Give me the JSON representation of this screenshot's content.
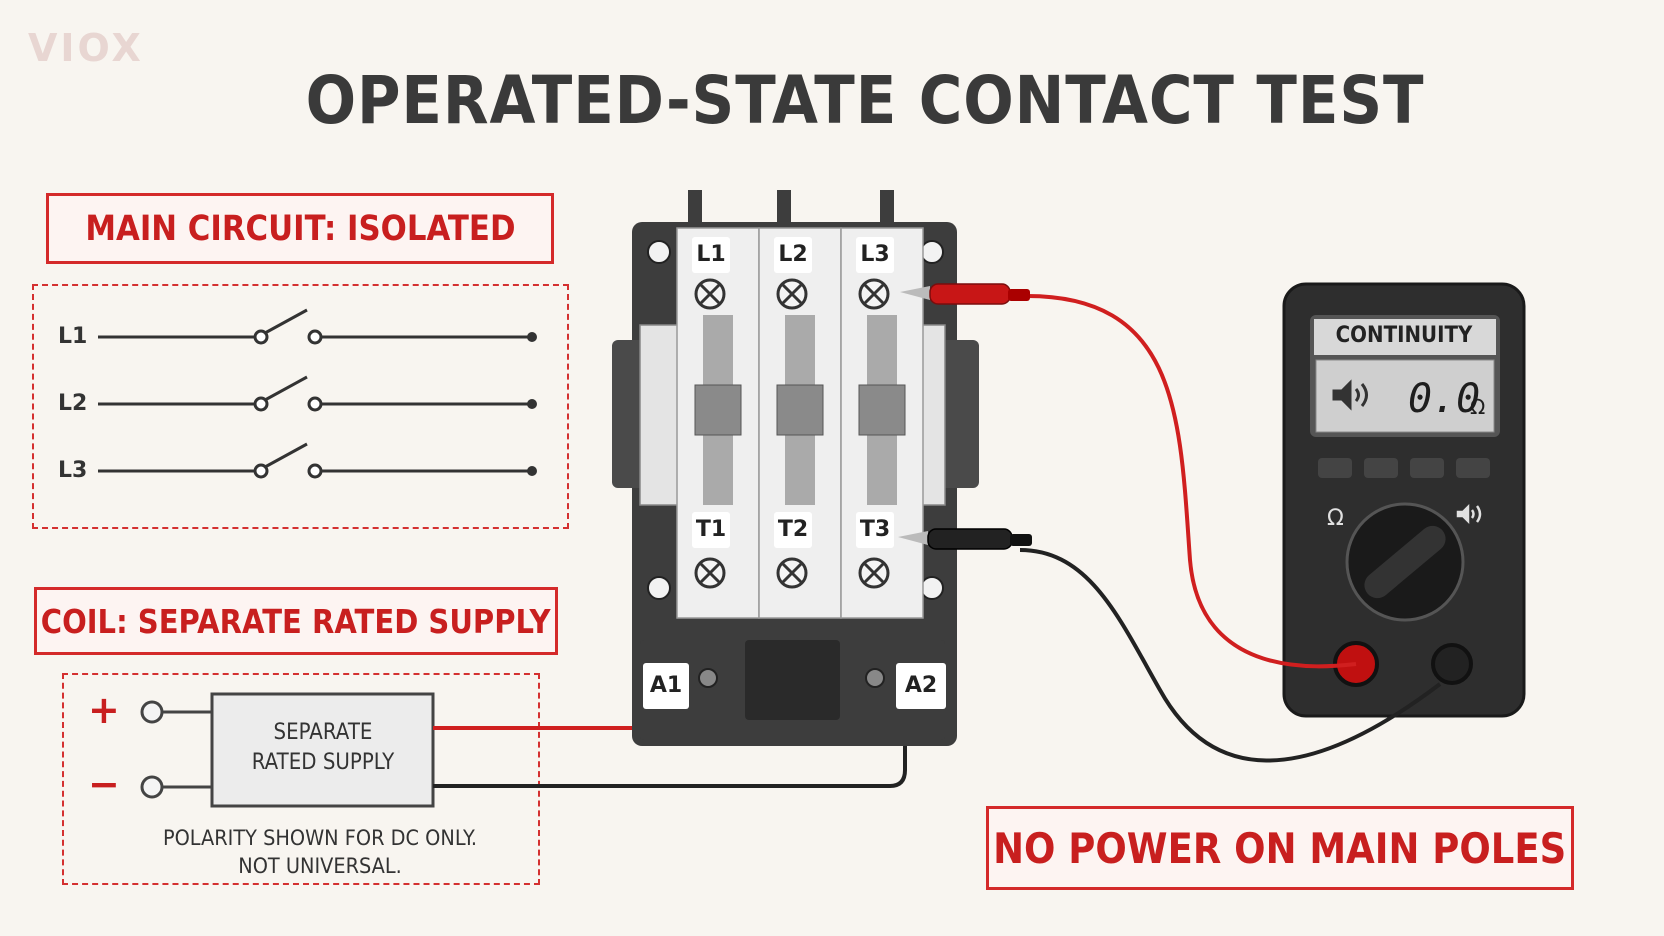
{
  "brand": {
    "logo_text": "VIOX"
  },
  "title": "OPERATED-STATE CONTACT TEST",
  "main_circuit": {
    "label": "MAIN CIRCUIT: ISOLATED",
    "lines": [
      "L1",
      "L2",
      "L3"
    ]
  },
  "coil": {
    "label": "COIL: SEPARATE RATED SUPPLY",
    "plus": "+",
    "minus": "−",
    "supply_line1": "SEPARATE",
    "supply_line2": "RATED SUPPLY",
    "note_line1": "POLARITY SHOWN FOR DC ONLY.",
    "note_line2": "NOT UNIVERSAL."
  },
  "contactor": {
    "line_terminals": [
      "L1",
      "L2",
      "L3"
    ],
    "load_terminals": [
      "T1",
      "T2",
      "T3"
    ],
    "coil_terminals": [
      "A1",
      "A2"
    ]
  },
  "multimeter": {
    "mode_label": "CONTINUITY",
    "reading": "0.0",
    "unit": "Ω",
    "dial_ohm_symbol": "Ω"
  },
  "warning": "NO POWER ON MAIN POLES",
  "colors": {
    "accent_red": "#d42a2a",
    "text_dark": "#3a3a3a",
    "background": "#f8f5f0"
  }
}
